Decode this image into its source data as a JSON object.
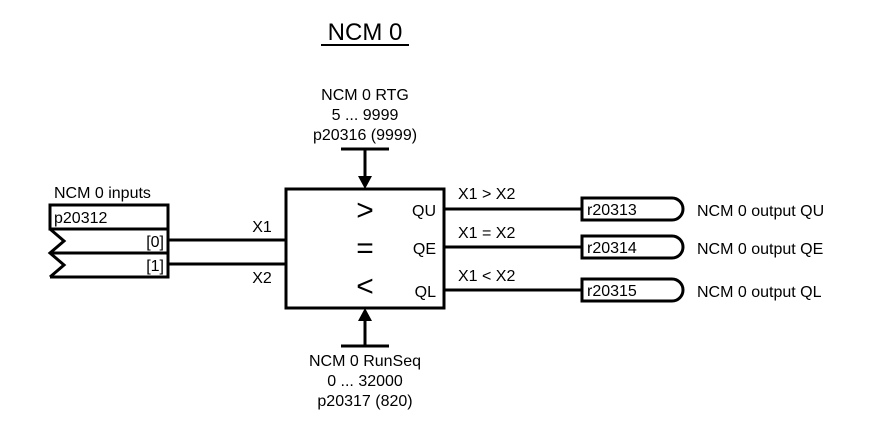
{
  "title": "NCM 0",
  "top_param": {
    "name": "NCM 0 RTG",
    "range": "5 ... 9999",
    "param": "p20316 (9999)"
  },
  "bottom_param": {
    "name": "NCM 0 RunSeq",
    "range": "0 ... 32000",
    "param": "p20317 (820)"
  },
  "inputs": {
    "label": "NCM 0 inputs",
    "param": "p20312",
    "indices": [
      "[0]",
      "[1]"
    ],
    "signals": [
      "X1",
      "X2"
    ]
  },
  "block": {
    "operators": [
      ">",
      "=",
      "<"
    ],
    "outputs": [
      "QU",
      "QE",
      "QL"
    ]
  },
  "conditions": [
    "X1 > X2",
    "X1 = X2",
    "X1 < X2"
  ],
  "outputs": [
    {
      "param": "r20313",
      "label": "NCM 0 output QU"
    },
    {
      "param": "r20314",
      "label": "NCM 0 output QE"
    },
    {
      "param": "r20315",
      "label": "NCM 0 output QL"
    }
  ]
}
